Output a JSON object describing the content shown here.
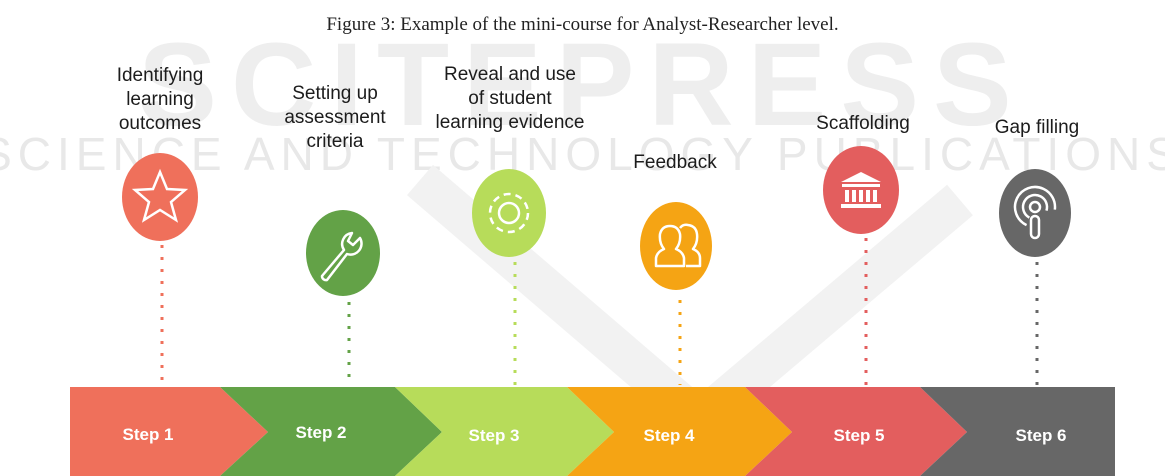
{
  "caption": "Figure 3: Example of the mini-course for Analyst-Researcher level.",
  "watermark": {
    "line1": "SCITEPRESS",
    "line2": "SCIENCE AND TECHNOLOGY PUBLICATIONS"
  },
  "steps": [
    {
      "label": "Step 1",
      "title": "Identifying\nlearning\noutcomes",
      "icon": "star-icon",
      "color": "#ef705b"
    },
    {
      "label": "Step  2",
      "title": "Setting up\nassessment\ncriteria",
      "icon": "wrench-icon",
      "color": "#63a247"
    },
    {
      "label": "Step 3",
      "title": "Reveal and use\nof student\nlearning evidence",
      "icon": "gear-icon",
      "color": "#b7dc5a"
    },
    {
      "label": "Step 4",
      "title": "Feedback",
      "icon": "users-icon",
      "color": "#f5a414"
    },
    {
      "label": "Step 5",
      "title": "Scaffolding",
      "icon": "institution-icon",
      "color": "#e35e5e"
    },
    {
      "label": "Step 6",
      "title": "Gap filling",
      "icon": "podcast-icon",
      "color": "#676767"
    }
  ]
}
